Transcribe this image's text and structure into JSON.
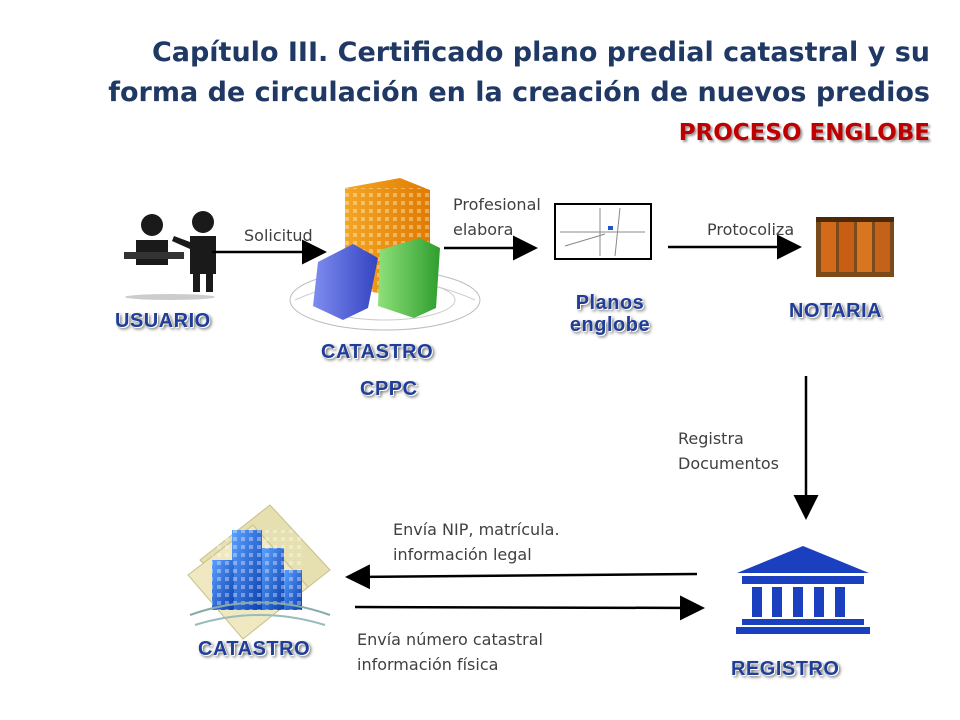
{
  "header": {
    "title_line1": "Capítulo III. Certificado plano predial catastral y su",
    "title_line2": "forma de circulación en la creación de nuevos predios",
    "subtitle": "PROCESO  ENGLOBE"
  },
  "nodes": {
    "usuario": "USUARIO",
    "catastro_top": "CATASTRO",
    "cppc": "CPPC",
    "planos_line1": "Planos",
    "planos_line2": "englobe",
    "notaria": "NOTARIA",
    "catastro_bottom": "CATASTRO",
    "registro": "REGISTRO"
  },
  "edges": {
    "solicitud": "Solicitud",
    "profesional_line1": "Profesional",
    "profesional_line2": "elabora",
    "protocoliza": "Protocoliza",
    "registra_line1": "Registra",
    "registra_line2": "Documentos",
    "envia_nip_line1": "Envía NIP, matrícula.",
    "envia_nip_line2": "información legal",
    "envia_num_line1": "Envía número catastral",
    "envia_num_line2": "información física"
  },
  "colors": {
    "title": "#1f3864",
    "subtitle": "#c00000",
    "node_label": "#1f3d99",
    "arrow": "#000000"
  }
}
